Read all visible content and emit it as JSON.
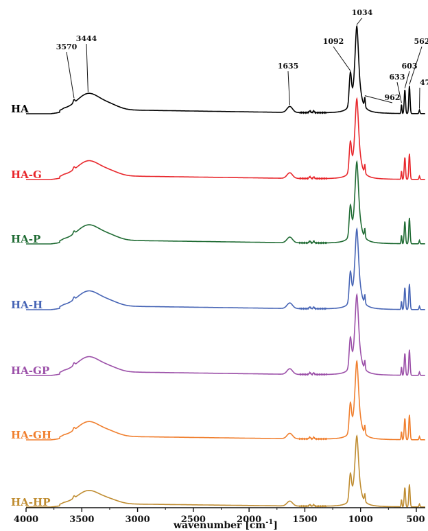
{
  "chart_data": {
    "type": "line",
    "title": "",
    "xlabel": "wavenumber [cm",
    "xlabel_sup": "-1",
    "xlabel_end": "]",
    "ylabel": "",
    "xlim": [
      4000,
      420
    ],
    "x_reversed": true,
    "grid": false,
    "x_ticks": [
      4000,
      3500,
      3000,
      2500,
      2000,
      1500,
      1000,
      500
    ],
    "x_tick_labels": [
      "4000",
      "3500",
      "3000",
      "2500",
      "2000",
      "1500",
      "1000",
      "500"
    ],
    "series": [
      {
        "name": "HA",
        "color": "#000000",
        "offset": 6,
        "peak_label_key": true
      },
      {
        "name": "HA-G",
        "color": "#e8262b",
        "offset": 5
      },
      {
        "name": "HA-P",
        "color": "#1f6b33",
        "offset": 4
      },
      {
        "name": "HA-H",
        "color": "#4664b5",
        "offset": 3
      },
      {
        "name": "HA-GP",
        "color": "#9b4fa8",
        "offset": 2
      },
      {
        "name": "HA-GH",
        "color": "#f07f2e",
        "offset": 1
      },
      {
        "name": "HA-HP",
        "color": "#bf8c30",
        "offset": 0
      }
    ],
    "peaks": [
      {
        "x": 3570,
        "y": 0.15,
        "label": "3570"
      },
      {
        "x": 3444,
        "y": 0.18,
        "label": "3444"
      },
      {
        "x": 1635,
        "y": 0.07,
        "label": "1635"
      },
      {
        "x": 1092,
        "y": 0.42,
        "label": "1092"
      },
      {
        "x": 1034,
        "y": 1.0,
        "label": "1034"
      },
      {
        "x": 962,
        "y": 0.12,
        "label": "962"
      },
      {
        "x": 633,
        "y": 0.16,
        "label": "633"
      },
      {
        "x": 603,
        "y": 0.27,
        "label": "603"
      },
      {
        "x": 562,
        "y": 0.3,
        "label": "562"
      },
      {
        "x": 472,
        "y": 0.05,
        "label": "47"
      }
    ]
  }
}
